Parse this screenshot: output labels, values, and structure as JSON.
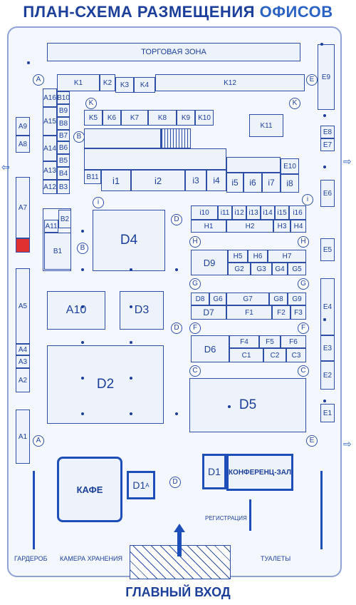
{
  "title": {
    "part1": "ПЛАН-СХЕМА РАЗМЕЩЕНИЯ",
    "part2": "ОФИСОВ"
  },
  "footer": "ГЛАВНЫЙ ВХОД",
  "colors": {
    "accent": "#1b3f9a",
    "highlight": "#e03030"
  },
  "rooms": {
    "torg": "ТОРГОВАЯ ЗОНА",
    "K1": "K1",
    "K2": "K2",
    "K3": "K3",
    "K4": "K4",
    "K12": "K12",
    "K5": "K5",
    "K6": "K6",
    "K7": "K7",
    "K8": "K8",
    "K9": "K9",
    "K10": "K10",
    "K11": "K11",
    "A16": "A16",
    "A15": "A15",
    "A14": "A14",
    "A13": "A13",
    "A12": "A12",
    "B10": "B10",
    "B9": "B9",
    "B8": "B8",
    "B7": "B7",
    "B6": "B6",
    "B5": "B5",
    "B4": "B4",
    "B3": "B3",
    "B11": "B11",
    "i1": "i1",
    "i2": "i2",
    "i3": "i3",
    "i4": "i4",
    "i5": "i5",
    "i6": "i6",
    "i7": "i7",
    "i8": "i8",
    "E10": "E10",
    "E9": "E9",
    "E8": "E8",
    "E7": "E7",
    "E6": "E6",
    "E5": "E5",
    "E4": "E4",
    "E3": "E3",
    "E2": "E2",
    "E1": "E1",
    "A9": "A9",
    "A8": "A8",
    "A7": "A7",
    "A5": "A5",
    "A4": "A4",
    "A3": "A3",
    "A2": "A2",
    "A1": "A1",
    "A11": "A11",
    "B2": "B2",
    "B1": "B1",
    "D4": "D4",
    "A10": "A10",
    "D3": "D3",
    "D2": "D2",
    "D5": "D5",
    "D6": "D6",
    "i10": "i10",
    "i11": "i11",
    "i12": "i12",
    "i13": "i13",
    "i14": "i14",
    "i15": "i15",
    "i16": "i16",
    "H1": "H1",
    "H2": "H2",
    "H3": "H3",
    "H4": "H4",
    "H5": "H5",
    "H6": "H6",
    "H7": "H7",
    "D9": "D9",
    "G2": "G2",
    "G3": "G3",
    "G4": "G4",
    "G5": "G5",
    "D8": "D8",
    "G6": "G6",
    "G7": "G7",
    "G8": "G8",
    "G9": "G9",
    "D7": "D7",
    "F1": "F1",
    "F2": "F2",
    "F3": "F3",
    "F4": "F4",
    "F5": "F5",
    "F6": "F6",
    "C1": "C1",
    "C2": "C2",
    "C3": "C3",
    "D1A": "D1",
    "D1Asup": "A",
    "D1": "D1",
    "cafe": "КАФЕ",
    "conf": "КОНФЕРЕНЦ-ЗАЛ",
    "reg": "РЕГИСТРАЦИЯ",
    "garderob": "ГАРДЕРОБ",
    "kamera": "КАМЕРА ХРАНЕНИЯ",
    "tualety": "ТУАЛЕТЫ"
  },
  "markers": {
    "A": "A",
    "B": "B",
    "D": "D",
    "E": "E",
    "F": "F",
    "G": "G",
    "H": "H",
    "I": "i",
    "K": "K",
    "C": "C"
  }
}
